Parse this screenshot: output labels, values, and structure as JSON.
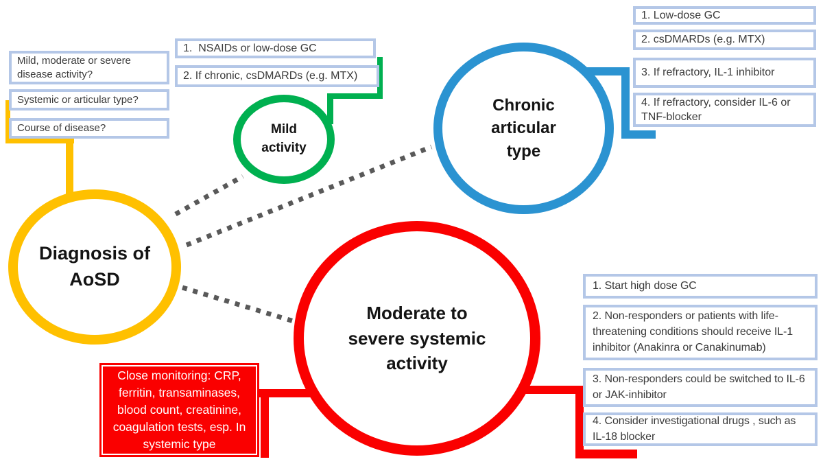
{
  "colors": {
    "yellow": "#FFC000",
    "green": "#00B050",
    "blue": "#2B93D1",
    "red": "#FA0000",
    "box-border": "#B4C7E7",
    "dotted": "#595959",
    "ink": "#3A3A3A"
  },
  "diagnosis": {
    "label": "Diagnosis of AoSD",
    "questions": [
      "Mild, moderate or severe disease activity?",
      "Systemic or articular type?",
      "Course of disease?"
    ]
  },
  "mild": {
    "label": "Mild activity",
    "treatments": [
      "1.  NSAIDs or low-dose GC",
      "2. If chronic, csDMARDs (e.g. MTX)"
    ]
  },
  "chronic": {
    "label": "Chronic articular type",
    "treatments": [
      "1. Low-dose GC",
      "2. csDMARDs (e.g. MTX)",
      "3. If refractory, IL-1 inhibitor",
      "4. If refractory, consider IL-6 or TNF-blocker"
    ]
  },
  "systemic": {
    "label": "Moderate to severe systemic activity",
    "treatments": [
      "1. Start high dose GC",
      "2. Non-responders or patients with life-threatening conditions should receive IL-1 inhibitor (Anakinra or Canakinumab)",
      "3. Non-responders could be switched to IL-6 or JAK-inhibitor",
      "4. Consider investigational drugs , such as IL-18 blocker"
    ],
    "monitoring_lines": [
      "Close monitoring: CRP,",
      "ferritin, transaminases,",
      "blood count, creatinine,",
      "coagulation tests, esp. In",
      "systemic type"
    ]
  }
}
